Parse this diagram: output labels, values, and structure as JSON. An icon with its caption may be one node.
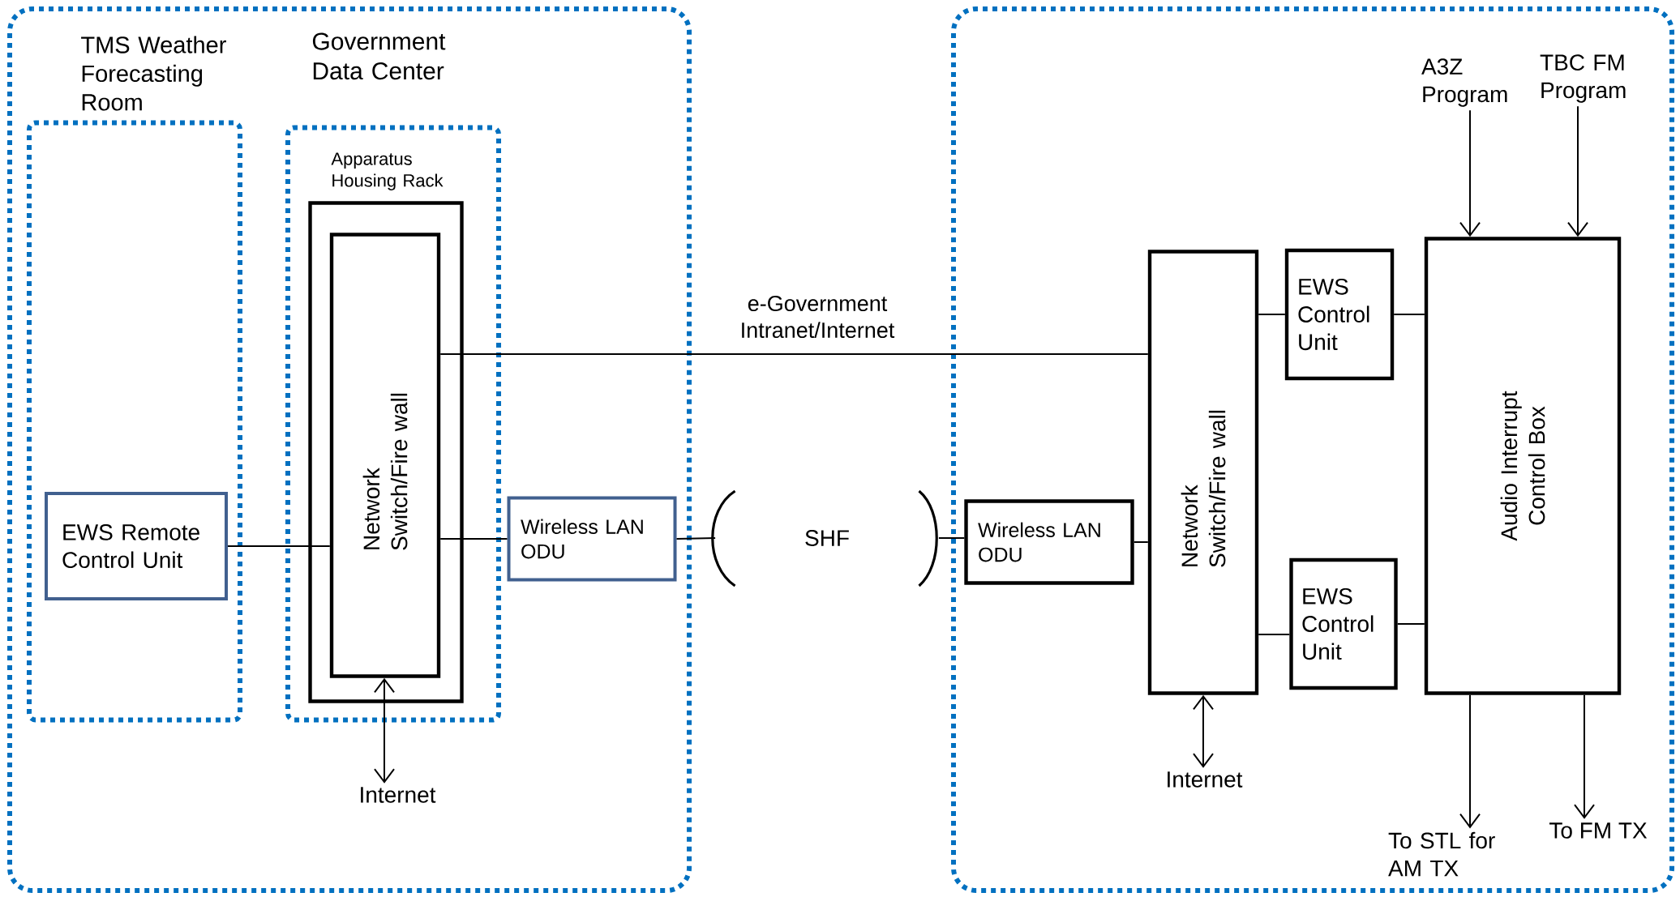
{
  "diagram": {
    "nodes": [
      {
        "text": [],
        "shape": "box"
      },
      {
        "text": [
          "TMS Weather Forecasting Room"
        ],
        "in": 0
      },
      {
        "text": [
          "Government Data Center"
        ],
        "in": 0
      },
      {
        "text": [
          "Apparatus Housing Rack"
        ],
        "in": 2
      },
      {
        "text": [
          "Network Switch/Fire wall"
        ],
        "in": 3
      },
      {
        "text": [
          "EWS Remote Control Unit"
        ],
        "in": 1
      },
      {
        "text": [
          "Wireless LAN ODU"
        ],
        "in": 0
      },
      {
        "text": [
          "Internet"
        ],
        "in": 0
      },
      {
        "text": [
          "SHF"
        ]
      },
      {
        "text": [],
        "shape": "box"
      },
      {
        "text": [
          "Wireless LAN ODU"
        ],
        "in": 9
      },
      {
        "text": [
          "Network Switch/Fire wall"
        ],
        "in": 9
      },
      {
        "text": [
          "EWS Control Unit"
        ],
        "in": 9
      },
      {
        "text": [
          "EWS Control Unit"
        ],
        "in": 9
      },
      {
        "text": [
          "Audio Interrupt Control Box"
        ],
        "in": 9
      },
      {
        "text": [
          "A3Z Program"
        ],
        "in": 9
      },
      {
        "text": [
          "TBC FM Program"
        ],
        "in": 9
      },
      {
        "text": [
          "Internet"
        ],
        "in": 9
      },
      {
        "text": [
          "To STL for AM TX"
        ],
        "in": 9
      },
      {
        "text": [
          "To FM TX"
        ],
        "in": 9
      }
    ],
    "edges": [
      {
        "from": 5,
        "to": 4,
        "arrow": "none"
      },
      {
        "from": 4,
        "to": 6,
        "arrow": "none"
      },
      {
        "from": 6,
        "to": 8,
        "arrow": "none"
      },
      {
        "from": 8,
        "to": 10,
        "arrow": "none"
      },
      {
        "from": 4,
        "to": 11,
        "arrow": "none",
        "label": "e-Government Intranet/Internet"
      },
      {
        "from": 4,
        "to": 7,
        "arrow": "both"
      },
      {
        "from": 10,
        "to": 11,
        "arrow": "none"
      },
      {
        "from": 11,
        "to": 12,
        "arrow": "none"
      },
      {
        "from": 12,
        "to": 14,
        "arrow": "none"
      },
      {
        "from": 11,
        "to": 13,
        "arrow": "none"
      },
      {
        "from": 13,
        "to": 14,
        "arrow": "none"
      },
      {
        "from": 11,
        "to": 17,
        "arrow": "both"
      },
      {
        "from": 15,
        "to": 14,
        "arrow": "to"
      },
      {
        "from": 16,
        "to": 14,
        "arrow": "to"
      },
      {
        "from": 14,
        "to": 18,
        "arrow": "to"
      },
      {
        "from": 14,
        "to": 19,
        "arrow": "to"
      }
    ]
  }
}
